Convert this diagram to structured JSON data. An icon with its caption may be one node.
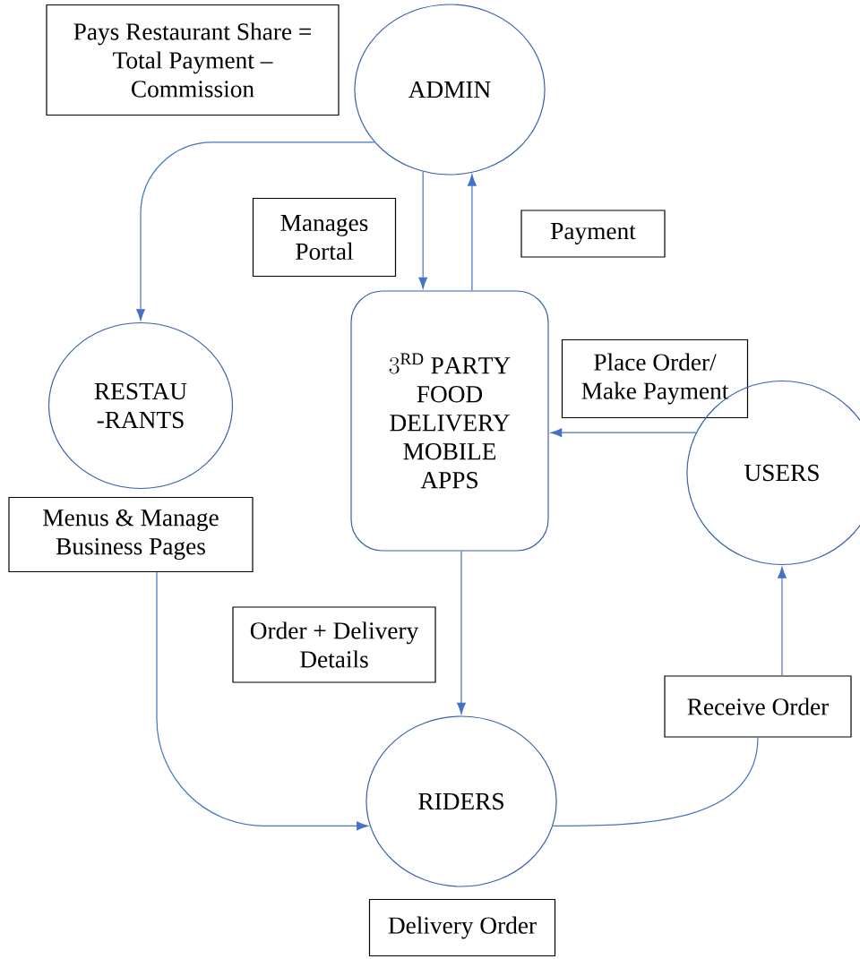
{
  "diagram": {
    "nodes": [
      {
        "text": [
          "ADMIN"
        ]
      },
      {
        "text": [
          "Pays Restaurant Share = Total Payment – Commission"
        ]
      },
      {
        "text": [
          "Manages Portal"
        ]
      },
      {
        "text": [
          "Payment"
        ]
      },
      {
        "text": [
          "3^{\\mathrm{RD}}\\ \\mathrm{PARTY}",
          "FOOD DELIVERY MOBILE APPS"
        ]
      },
      {
        "text": [
          "RESTAU -RANTS"
        ]
      },
      {
        "text": [
          "Place Order/ Make Payment"
        ]
      },
      {
        "text": [
          "USERS"
        ]
      },
      {
        "text": [
          "Menus & Manage Business Pages"
        ]
      },
      {
        "text": [
          "Order + Delivery Details"
        ]
      },
      {
        "text": [
          "Receive Order"
        ]
      },
      {
        "text": [
          "RIDERS"
        ]
      },
      {
        "text": [
          "Delivery Order"
        ]
      }
    ],
    "edges": [
      {
        "from": 0,
        "to": 5,
        "arrow": "to"
      },
      {
        "from": 0,
        "to": 4,
        "arrow": "to"
      },
      {
        "from": 4,
        "to": 0,
        "arrow": "to"
      },
      {
        "from": 7,
        "to": 4,
        "arrow": "to"
      },
      {
        "from": 4,
        "to": 11,
        "arrow": "to"
      },
      {
        "from": 8,
        "to": 11,
        "arrow": "to"
      },
      {
        "from": 11,
        "to": 10,
        "arrow": "none"
      },
      {
        "from": 10,
        "to": 7,
        "arrow": "to"
      }
    ]
  }
}
